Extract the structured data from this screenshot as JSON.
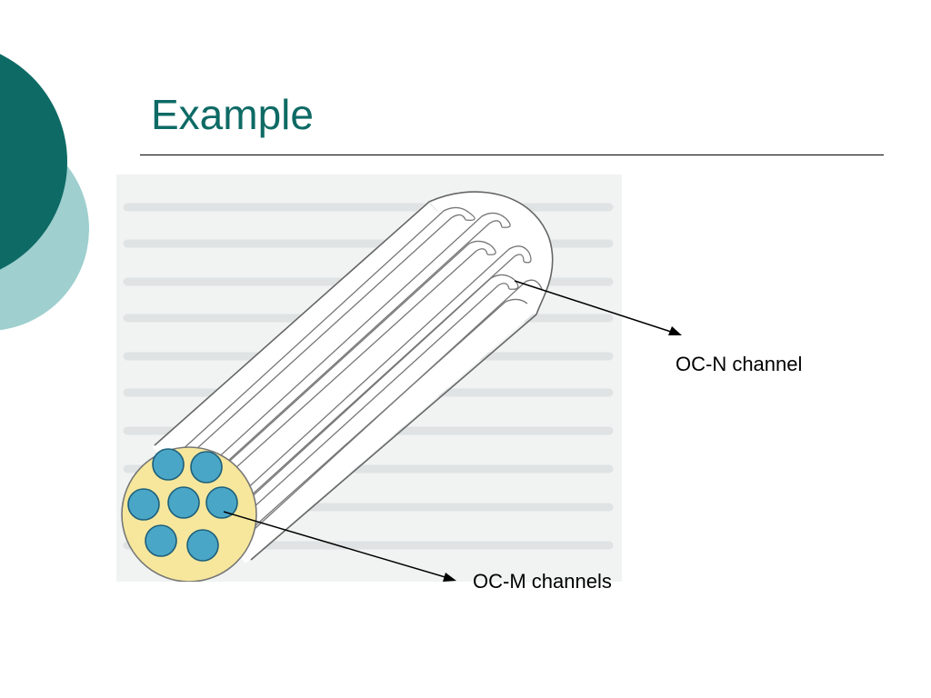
{
  "slide": {
    "title": "Example"
  },
  "diagram": {
    "labels": {
      "oc_n": "OC-N channel",
      "oc_m": "OC-M channels"
    },
    "colors": {
      "title": "#0e6a65",
      "deco_dark": "#0e6a65",
      "deco_light": "#9fcfcf",
      "cable_end": "#f6e79c",
      "fiber_core": "#4aa6c6"
    }
  }
}
